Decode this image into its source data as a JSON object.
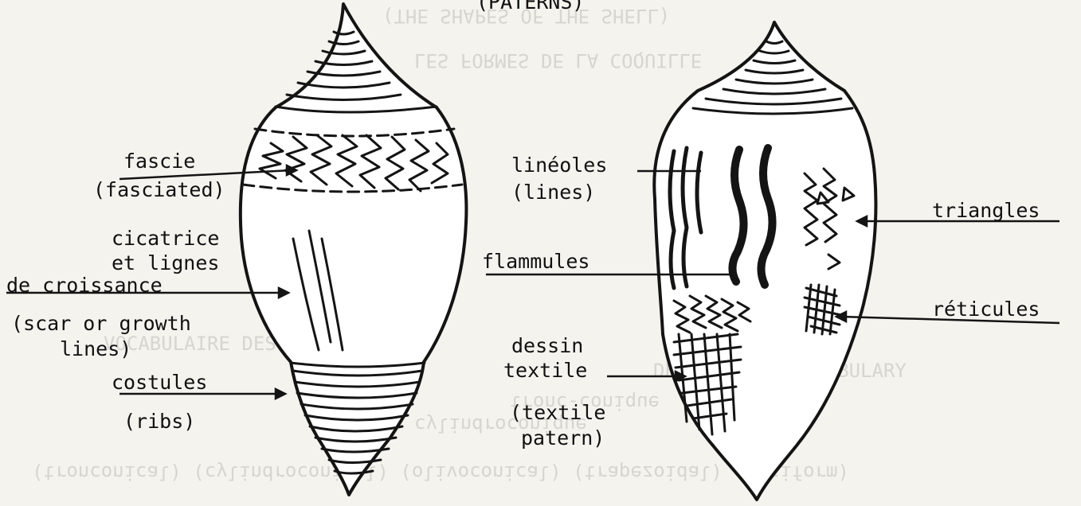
{
  "diagram": {
    "header_fragment": "(PATERNS)",
    "labels": {
      "fascie": "fascie",
      "fascie_en": "(fasciated)",
      "cicatrice_1": "cicatrice",
      "cicatrice_2": "et lignes",
      "cicatrice_3": "de croissance",
      "cicatrice_en_1": "(scar or growth",
      "cicatrice_en_2": "lines)",
      "costules": "costules",
      "costules_en": "(ribs)",
      "lineoles": "linéoles",
      "lineoles_en": "(lines)",
      "flammules": "flammules",
      "triangles": "triangles",
      "reticules": "réticules",
      "dessin_1": "dessin",
      "dessin_2": "textile",
      "dessin_en_1": "(textile",
      "dessin_en_2": "patern)"
    }
  },
  "show_through": {
    "title_en": "(THE SHAPES OF THE SHELL)",
    "title_fr": "LES FORMES DE LA COQUILLE",
    "shapes_row": "(tronconical)  (cylindroconical)  (olivoconical)  (trapezoidal)  (fusiform)",
    "shapes_fr_1": "tronc-conique",
    "shapes_fr_2": "cylindroconique",
    "heading_left": "VOCABULAIRE DESCRIPTIF",
    "heading_right": "DESCRIPTIVE VOCABULARY"
  }
}
